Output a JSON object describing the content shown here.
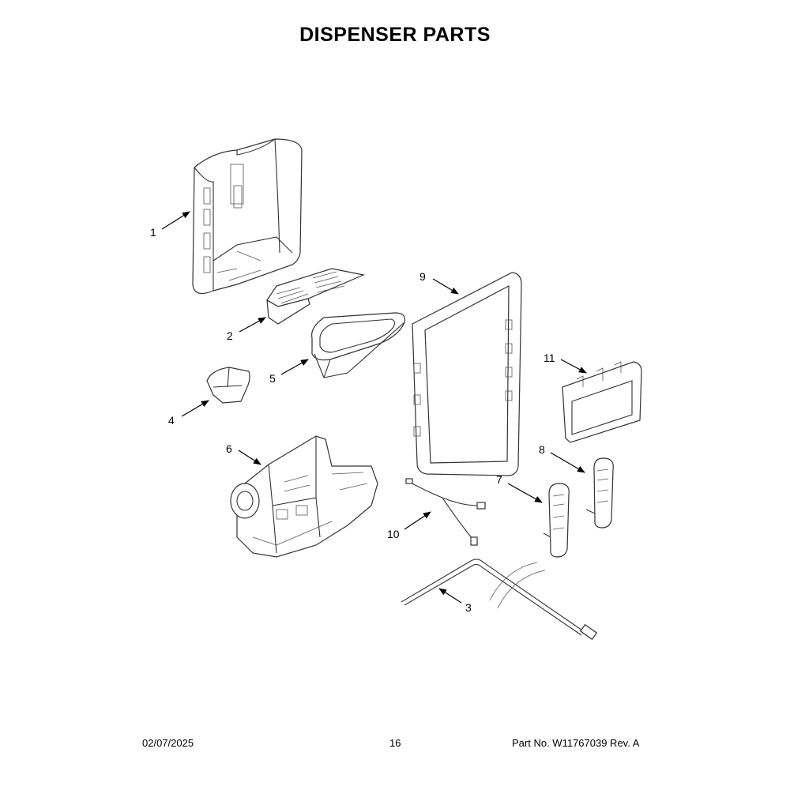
{
  "title": "DISPENSER PARTS",
  "callouts": {
    "c1": "1",
    "c2": "2",
    "c3": "3",
    "c4": "4",
    "c5": "5",
    "c6": "6",
    "c7": "7",
    "c8": "8",
    "c9": "9",
    "c10": "10",
    "c11": "11"
  },
  "footer": {
    "date": "02/07/2025",
    "page": "16",
    "part_number": "Part No.  W11767039  Rev.  A"
  }
}
